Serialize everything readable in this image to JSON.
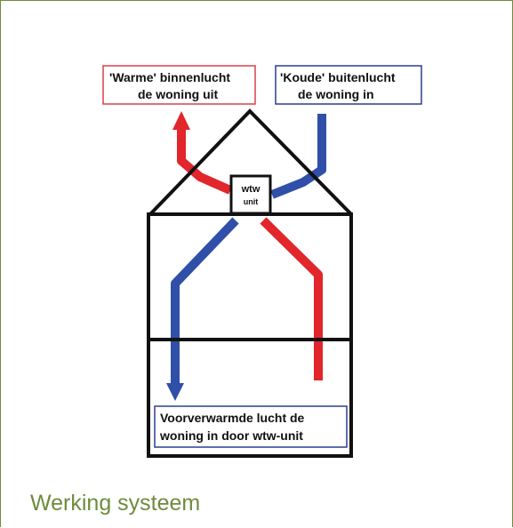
{
  "diagram": {
    "label_warm": {
      "line1": "'Warme' binnenlucht",
      "line2": "de woning uit"
    },
    "label_cold": {
      "line1": "'Koude' buitenlucht",
      "line2": "de woning in"
    },
    "unit": {
      "line1": "wtw",
      "line2": "unit"
    },
    "label_preheated": {
      "line1": "Voorverwarmde lucht de",
      "line2": "woning in door wtw-unit"
    },
    "colors": {
      "warm": "#e1262c",
      "cold": "#2f4fa8",
      "outline": "#111111",
      "warm_box_border": "#d9404a",
      "cold_box_border": "#2c3f8f"
    }
  },
  "caption": "Werking systeem",
  "accent_color": "#6d8c3e"
}
